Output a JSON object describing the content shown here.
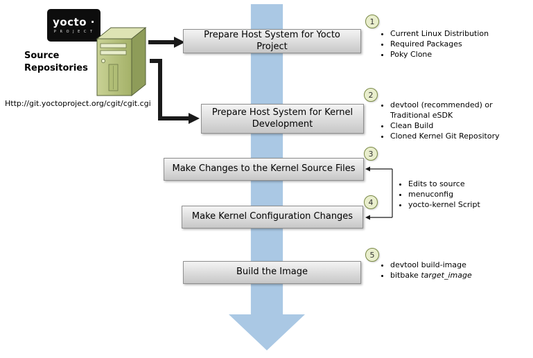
{
  "logo": {
    "title": "yocto ·",
    "subtitle": "P R O J E C T"
  },
  "source": {
    "label": "Source Repositories",
    "url": "Http://git.yoctoproject.org/cgit/cgit.cgi"
  },
  "colors": {
    "workflow_arrow_blue": "#aac8e4",
    "box_gray_top": "#f4f4f4",
    "box_gray_bottom": "#c7c7c7",
    "circle_fill": "#e9eecd",
    "circle_border": "#7a8a45",
    "logo_black": "#0d0d0d",
    "server_green": "#b5c178"
  },
  "steps": [
    {
      "num": "1",
      "title": "Prepare Host System for Yocto Project"
    },
    {
      "num": "2",
      "title": "Prepare Host System for Kernel Development"
    },
    {
      "num": "3",
      "title": "Make Changes to the Kernel Source Files"
    },
    {
      "num": "4",
      "title": "Make Kernel Configuration Changes"
    },
    {
      "num": "5",
      "title": "Build the Image"
    }
  ],
  "lists": {
    "step1": [
      "Current Linux Distribution",
      "Required Packages",
      "Poky Clone"
    ],
    "step2": [
      "devtool (recommended) or Traditional eSDK",
      "Clean Build",
      "Cloned Kernel Git Repository"
    ],
    "steps34": [
      "Edits to source",
      "menuconfig",
      "yocto-kernel Script"
    ],
    "step5_item1": "devtool build-image",
    "step5_item2_prefix": "bitbake ",
    "step5_item2_italic": "target_image"
  }
}
